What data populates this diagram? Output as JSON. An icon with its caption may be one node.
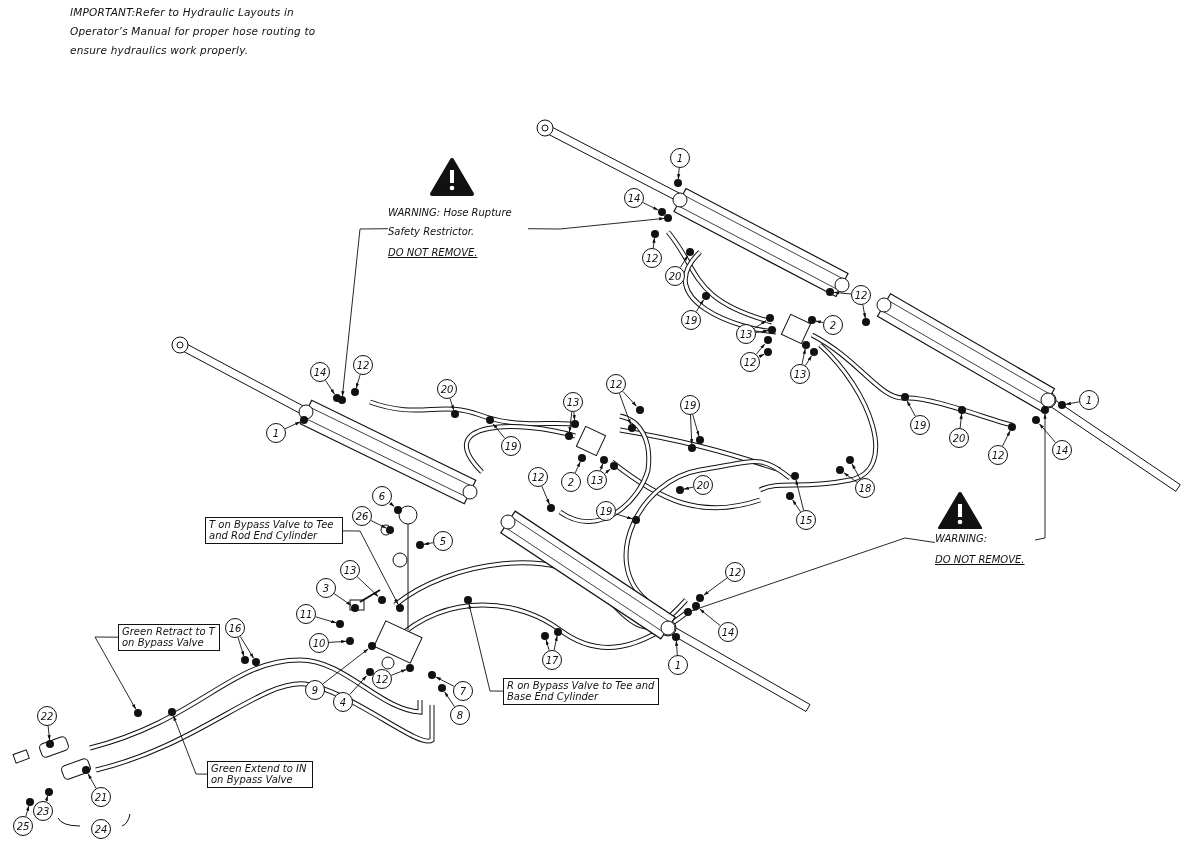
{
  "diagram": {
    "nodes": [
      {
        "text": [
          "WARNING: Hose Rupture Safety Restrictor.",
          "DO NOT REMOVE."
        ]
      },
      {
        "text": [
          "1"
        ]
      },
      {
        "text": [
          "14"
        ]
      },
      {
        "text": [
          "12"
        ]
      },
      {
        "text": [
          "20"
        ]
      },
      {
        "text": [
          "12"
        ]
      },
      {
        "text": [
          "19"
        ]
      },
      {
        "text": [
          "2"
        ]
      },
      {
        "text": [
          "13"
        ]
      },
      {
        "text": [
          "12"
        ]
      },
      {
        "text": [
          "12"
        ]
      },
      {
        "text": [
          "14"
        ]
      },
      {
        "text": [
          "13"
        ]
      },
      {
        "text": [
          "12"
        ]
      },
      {
        "text": [
          "20"
        ]
      },
      {
        "text": [
          "1"
        ]
      },
      {
        "text": [
          "13"
        ]
      },
      {
        "text": [
          "19"
        ]
      },
      {
        "text": [
          "19"
        ]
      },
      {
        "text": [
          "1"
        ]
      },
      {
        "text": [
          "20"
        ]
      },
      {
        "text": [
          "14"
        ]
      },
      {
        "text": [
          "19"
        ]
      },
      {
        "text": [
          "12"
        ]
      },
      {
        "text": [
          "12"
        ]
      },
      {
        "text": [
          "13"
        ]
      },
      {
        "text": [
          "2"
        ]
      },
      {
        "text": [
          "20"
        ]
      },
      {
        "text": [
          "18"
        ]
      },
      {
        "text": [
          "6"
        ]
      },
      {
        "text": [
          "19"
        ]
      },
      {
        "text": [
          "26"
        ]
      },
      {
        "text": [
          "15"
        ]
      },
      {
        "text": [
          "T on Bypass Valve to Tee and Rod End Cylinder"
        ]
      },
      {
        "text": [
          "WARNING:",
          "DO NOT REMOVE."
        ]
      },
      {
        "text": [
          "5"
        ]
      },
      {
        "text": [
          "12"
        ]
      },
      {
        "text": [
          "13"
        ]
      },
      {
        "text": [
          "3"
        ]
      },
      {
        "text": [
          "11"
        ]
      },
      {
        "text": [
          "14"
        ]
      },
      {
        "text": [
          "Green Retract to T on Bypass Valve"
        ]
      },
      {
        "text": [
          "16"
        ]
      },
      {
        "text": [
          "10"
        ]
      },
      {
        "text": [
          "17"
        ]
      },
      {
        "text": [
          "1"
        ]
      },
      {
        "text": [
          "12"
        ]
      },
      {
        "text": [
          "R on Bypass Valve to Tee and Base End Cylinder"
        ]
      },
      {
        "text": [
          "9"
        ]
      },
      {
        "text": [
          "7"
        ]
      },
      {
        "text": [
          "4"
        ]
      },
      {
        "text": [
          "8"
        ]
      },
      {
        "text": [
          "22"
        ]
      },
      {
        "text": [
          "Green Extend to IN on Bypass Valve"
        ]
      },
      {
        "text": [
          "21"
        ]
      },
      {
        "text": [
          "23"
        ]
      },
      {
        "text": [
          "25"
        ]
      },
      {
        "text": [
          "24"
        ]
      },
      {
        "text": [],
        "shape": "circle"
      },
      {
        "text": [],
        "shape": "circle"
      },
      {
        "text": [],
        "shape": "circle"
      },
      {
        "text": [],
        "shape": "circle"
      },
      {
        "text": [],
        "shape": "circle"
      },
      {
        "text": [],
        "shape": "circle"
      },
      {
        "text": [],
        "shape": "circle"
      },
      {
        "text": [],
        "shape": "circle"
      },
      {
        "text": [],
        "shape": "circle"
      },
      {
        "text": [],
        "shape": "circle"
      },
      {
        "text": [],
        "shape": "circle"
      },
      {
        "text": [],
        "shape": "circle"
      },
      {
        "text": [],
        "shape": "circle"
      },
      {
        "text": [],
        "shape": "circle"
      },
      {
        "text": [],
        "shape": "circle"
      },
      {
        "text": [],
        "shape": "circle"
      },
      {
        "text": [],
        "shape": "circle"
      },
      {
        "text": [],
        "shape": "circle"
      },
      {
        "text": [],
        "shape": "circle"
      },
      {
        "text": [],
        "shape": "circle"
      },
      {
        "text": [],
        "shape": "circle"
      },
      {
        "text": [],
        "shape": "circle"
      },
      {
        "text": [],
        "shape": "circle"
      },
      {
        "text": [],
        "shape": "circle"
      },
      {
        "text": [],
        "shape": "circle"
      },
      {
        "text": [],
        "shape": "circle"
      },
      {
        "text": [],
        "shape": "circle"
      },
      {
        "text": [],
        "shape": "circle"
      },
      {
        "text": [],
        "shape": "circle"
      },
      {
        "text": [],
        "shape": "circle"
      },
      {
        "text": [],
        "shape": "circle"
      },
      {
        "text": [],
        "shape": "circle"
      },
      {
        "text": [],
        "shape": "circle"
      },
      {
        "text": [],
        "shape": "circle"
      },
      {
        "text": [],
        "shape": "circle"
      },
      {
        "text": [],
        "shape": "circle"
      },
      {
        "text": [],
        "shape": "circle"
      },
      {
        "text": [],
        "shape": "circle"
      },
      {
        "text": [],
        "shape": "circle"
      },
      {
        "text": [],
        "shape": "circle"
      },
      {
        "text": [],
        "shape": "circle"
      },
      {
        "text": [],
        "shape": "circle"
      },
      {
        "text": [],
        "shape": "circle"
      },
      {
        "text": [],
        "shape": "circle"
      },
      {
        "text": [],
        "shape": "circle"
      },
      {
        "text": [],
        "shape": "circle"
      },
      {
        "text": [],
        "shape": "circle"
      },
      {
        "text": [],
        "shape": "circle"
      },
      {
        "text": [],
        "shape": "circle"
      },
      {
        "text": [],
        "shape": "circle"
      },
      {
        "text": [],
        "shape": "circle"
      },
      {
        "text": [],
        "shape": "circle"
      },
      {
        "text": [],
        "shape": "circle"
      },
      {
        "text": [],
        "shape": "circle"
      },
      {
        "text": [],
        "shape": "circle"
      },
      {
        "text": [],
        "shape": "circle"
      },
      {
        "text": [],
        "shape": "circle"
      },
      {
        "text": [],
        "shape": "circle"
      },
      {
        "text": [],
        "shape": "circle"
      },
      {
        "text": [],
        "shape": "circle"
      },
      {
        "text": [],
        "shape": "circle"
      },
      {
        "text": [],
        "shape": "circle"
      },
      {
        "text": [],
        "shape": "circle"
      },
      {
        "text": [],
        "shape": "circle"
      },
      {
        "text": [],
        "shape": "circle"
      },
      {
        "text": [],
        "shape": "circle"
      },
      {
        "text": [],
        "shape": "circle"
      },
      {
        "text": [],
        "shape": "circle"
      },
      {
        "text": [],
        "shape": "circle"
      },
      {
        "text": [],
        "shape": "circle"
      },
      {
        "text": [],
        "shape": "circle"
      }
    ],
    "edges": [
      {
        "from": 0,
        "to": 58,
        "arrow": "to"
      },
      {
        "from": 0,
        "to": 59,
        "arrow": "to"
      },
      {
        "from": 1,
        "to": 60,
        "arrow": "to"
      },
      {
        "from": 2,
        "to": 61,
        "arrow": "to"
      },
      {
        "from": 3,
        "to": 62,
        "arrow": "to"
      },
      {
        "from": 4,
        "to": 63,
        "arrow": "to"
      },
      {
        "from": 5,
        "to": 64,
        "arrow": "to"
      },
      {
        "from": 5,
        "to": 65,
        "arrow": "to"
      },
      {
        "from": 6,
        "to": 66,
        "arrow": "to"
      },
      {
        "from": 7,
        "to": 67,
        "arrow": "to"
      },
      {
        "from": 8,
        "to": 68,
        "arrow": "to"
      },
      {
        "from": 8,
        "to": 69,
        "arrow": "to"
      },
      {
        "from": 9,
        "to": 70,
        "arrow": "to"
      },
      {
        "from": 9,
        "to": 71,
        "arrow": "to"
      },
      {
        "from": 10,
        "to": 72,
        "arrow": "to"
      },
      {
        "from": 11,
        "to": 73,
        "arrow": "to"
      },
      {
        "from": 12,
        "to": 74,
        "arrow": "to"
      },
      {
        "from": 12,
        "to": 75,
        "arrow": "to"
      },
      {
        "from": 13,
        "to": 76,
        "arrow": "to"
      },
      {
        "from": 13,
        "to": 77,
        "arrow": "to"
      },
      {
        "from": 14,
        "to": 78,
        "arrow": "to"
      },
      {
        "from": 15,
        "to": 79,
        "arrow": "to"
      },
      {
        "from": 16,
        "to": 80,
        "arrow": "to"
      },
      {
        "from": 16,
        "to": 81,
        "arrow": "to"
      },
      {
        "from": 17,
        "to": 82,
        "arrow": "to"
      },
      {
        "from": 17,
        "to": 83,
        "arrow": "to"
      },
      {
        "from": 18,
        "to": 84,
        "arrow": "to"
      },
      {
        "from": 19,
        "to": 85,
        "arrow": "to"
      },
      {
        "from": 20,
        "to": 86,
        "arrow": "to"
      },
      {
        "from": 21,
        "to": 87,
        "arrow": "to"
      },
      {
        "from": 22,
        "to": 88,
        "arrow": "to"
      },
      {
        "from": 23,
        "to": 89,
        "arrow": "to"
      },
      {
        "from": 24,
        "to": 90,
        "arrow": "to"
      },
      {
        "from": 25,
        "to": 91,
        "arrow": "to"
      },
      {
        "from": 25,
        "to": 92,
        "arrow": "to"
      },
      {
        "from": 26,
        "to": 93,
        "arrow": "to"
      },
      {
        "from": 27,
        "to": 94,
        "arrow": "to"
      },
      {
        "from": 28,
        "to": 95,
        "arrow": "to"
      },
      {
        "from": 28,
        "to": 96,
        "arrow": "to"
      },
      {
        "from": 29,
        "to": 97,
        "arrow": "to"
      },
      {
        "from": 30,
        "to": 98,
        "arrow": "to"
      },
      {
        "from": 31,
        "to": 99,
        "arrow": "to"
      },
      {
        "from": 32,
        "to": 100,
        "arrow": "to"
      },
      {
        "from": 32,
        "to": 101,
        "arrow": "to"
      },
      {
        "from": 33,
        "to": 102,
        "arrow": "to"
      },
      {
        "from": 34,
        "to": 103,
        "arrow": "to"
      },
      {
        "from": 34,
        "to": 104,
        "arrow": "to"
      },
      {
        "from": 35,
        "to": 105,
        "arrow": "to"
      },
      {
        "from": 36,
        "to": 106,
        "arrow": "to"
      },
      {
        "from": 37,
        "to": 107,
        "arrow": "to"
      },
      {
        "from": 38,
        "to": 108,
        "arrow": "to"
      },
      {
        "from": 39,
        "to": 109,
        "arrow": "to"
      },
      {
        "from": 40,
        "to": 110,
        "arrow": "to"
      },
      {
        "from": 41,
        "to": 111,
        "arrow": "to"
      },
      {
        "from": 42,
        "to": 112,
        "arrow": "to"
      },
      {
        "from": 42,
        "to": 113,
        "arrow": "to"
      },
      {
        "from": 43,
        "to": 114,
        "arrow": "to"
      },
      {
        "from": 44,
        "to": 115,
        "arrow": "to"
      },
      {
        "from": 44,
        "to": 116,
        "arrow": "to"
      },
      {
        "from": 45,
        "to": 117,
        "arrow": "to"
      },
      {
        "from": 46,
        "to": 118,
        "arrow": "to"
      },
      {
        "from": 47,
        "to": 119,
        "arrow": "to"
      },
      {
        "from": 48,
        "to": 120,
        "arrow": "to"
      },
      {
        "from": 49,
        "to": 121,
        "arrow": "to"
      },
      {
        "from": 50,
        "to": 122,
        "arrow": "to"
      },
      {
        "from": 51,
        "to": 123,
        "arrow": "to"
      },
      {
        "from": 52,
        "to": 124,
        "arrow": "to"
      },
      {
        "from": 53,
        "to": 125,
        "arrow": "to"
      },
      {
        "from": 54,
        "to": 126,
        "arrow": "to"
      },
      {
        "from": 55,
        "to": 127,
        "arrow": "to"
      },
      {
        "from": 56,
        "to": 128,
        "arrow": "to"
      }
    ],
    "labels": [
      "IMPORTANT:Refer to Hydraulic Layouts in Operator’s Manual for proper hose routing to ensure hydraulics work properly."
    ]
  }
}
